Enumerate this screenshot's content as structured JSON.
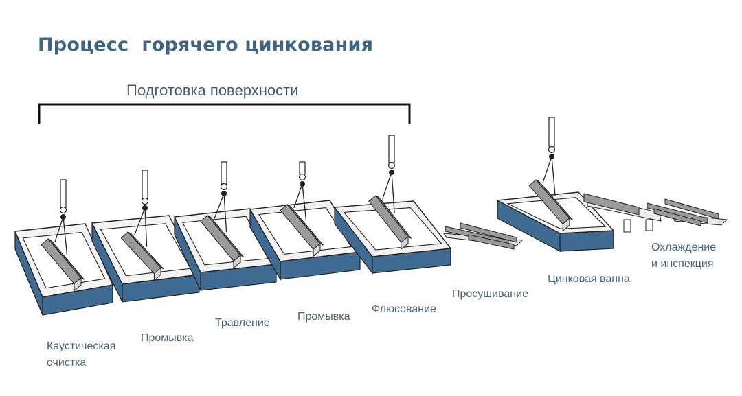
{
  "title": "Процесс  горячего цинкования",
  "bracket_label": "Подготовка поверхности",
  "stages": [
    {
      "id": "caustic",
      "lines": [
        "Каустическая",
        "очистка"
      ]
    },
    {
      "id": "rinse1",
      "lines": [
        "Промывка"
      ]
    },
    {
      "id": "pickling",
      "lines": [
        "Травление"
      ]
    },
    {
      "id": "rinse2",
      "lines": [
        "Промывка"
      ]
    },
    {
      "id": "fluxing",
      "lines": [
        "Флюсование"
      ]
    },
    {
      "id": "drying",
      "lines": [
        "Просушивание"
      ]
    },
    {
      "id": "zinc",
      "lines": [
        "Цинковая ванна"
      ]
    },
    {
      "id": "cooling",
      "lines": [
        "Охлаждение",
        "и инспекция"
      ]
    }
  ],
  "colors": {
    "title": "#3f6484",
    "label": "#4a6478",
    "tank_side": "#3f6a91",
    "tank_top": "#f3f3f3",
    "beam": "#9a9a9a",
    "outline": "#222222"
  }
}
